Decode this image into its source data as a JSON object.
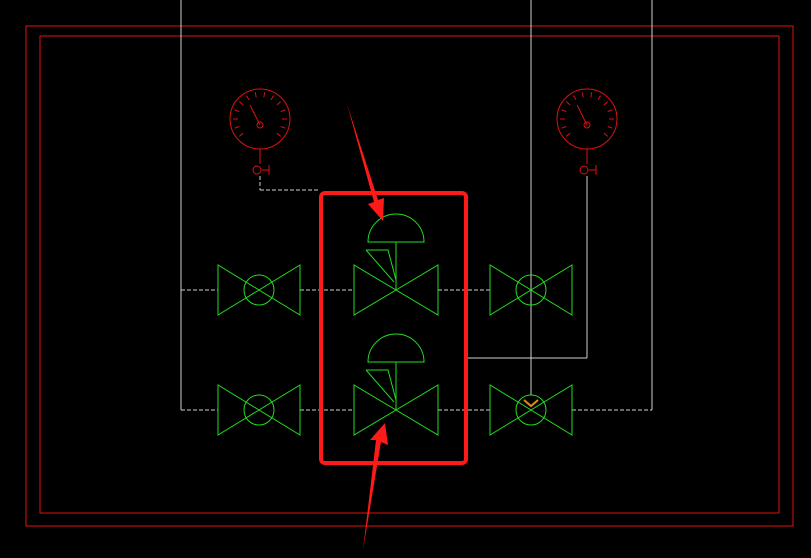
{
  "drawing": {
    "background": "#000000",
    "colors": {
      "frame": "#e01010",
      "gauge": "#e01010",
      "valve": "#22dd22",
      "pipe": "#cfcfcf",
      "highlight": "#ff1a1a",
      "marker": "#e08a1a"
    },
    "gauges": [
      {
        "name": "pressure-gauge-left",
        "icon": "pressure-gauge-icon"
      },
      {
        "name": "pressure-gauge-right",
        "icon": "pressure-gauge-icon"
      }
    ],
    "control_valves": [
      {
        "name": "control-valve-upper",
        "icon": "pneumatic-control-valve-icon"
      },
      {
        "name": "control-valve-lower",
        "icon": "pneumatic-control-valve-icon"
      }
    ],
    "ball_valves": [
      {
        "name": "ball-valve-upper-left",
        "icon": "ball-valve-icon"
      },
      {
        "name": "ball-valve-upper-right",
        "icon": "ball-valve-icon"
      },
      {
        "name": "ball-valve-lower-left",
        "icon": "ball-valve-icon"
      },
      {
        "name": "ball-valve-lower-right",
        "icon": "ball-valve-icon"
      }
    ],
    "annotations": [
      {
        "name": "callout-arrow-top",
        "icon": "arrow-icon"
      },
      {
        "name": "callout-arrow-bottom",
        "icon": "arrow-icon"
      },
      {
        "name": "highlight-box",
        "icon": "selection-rectangle-icon"
      }
    ]
  }
}
